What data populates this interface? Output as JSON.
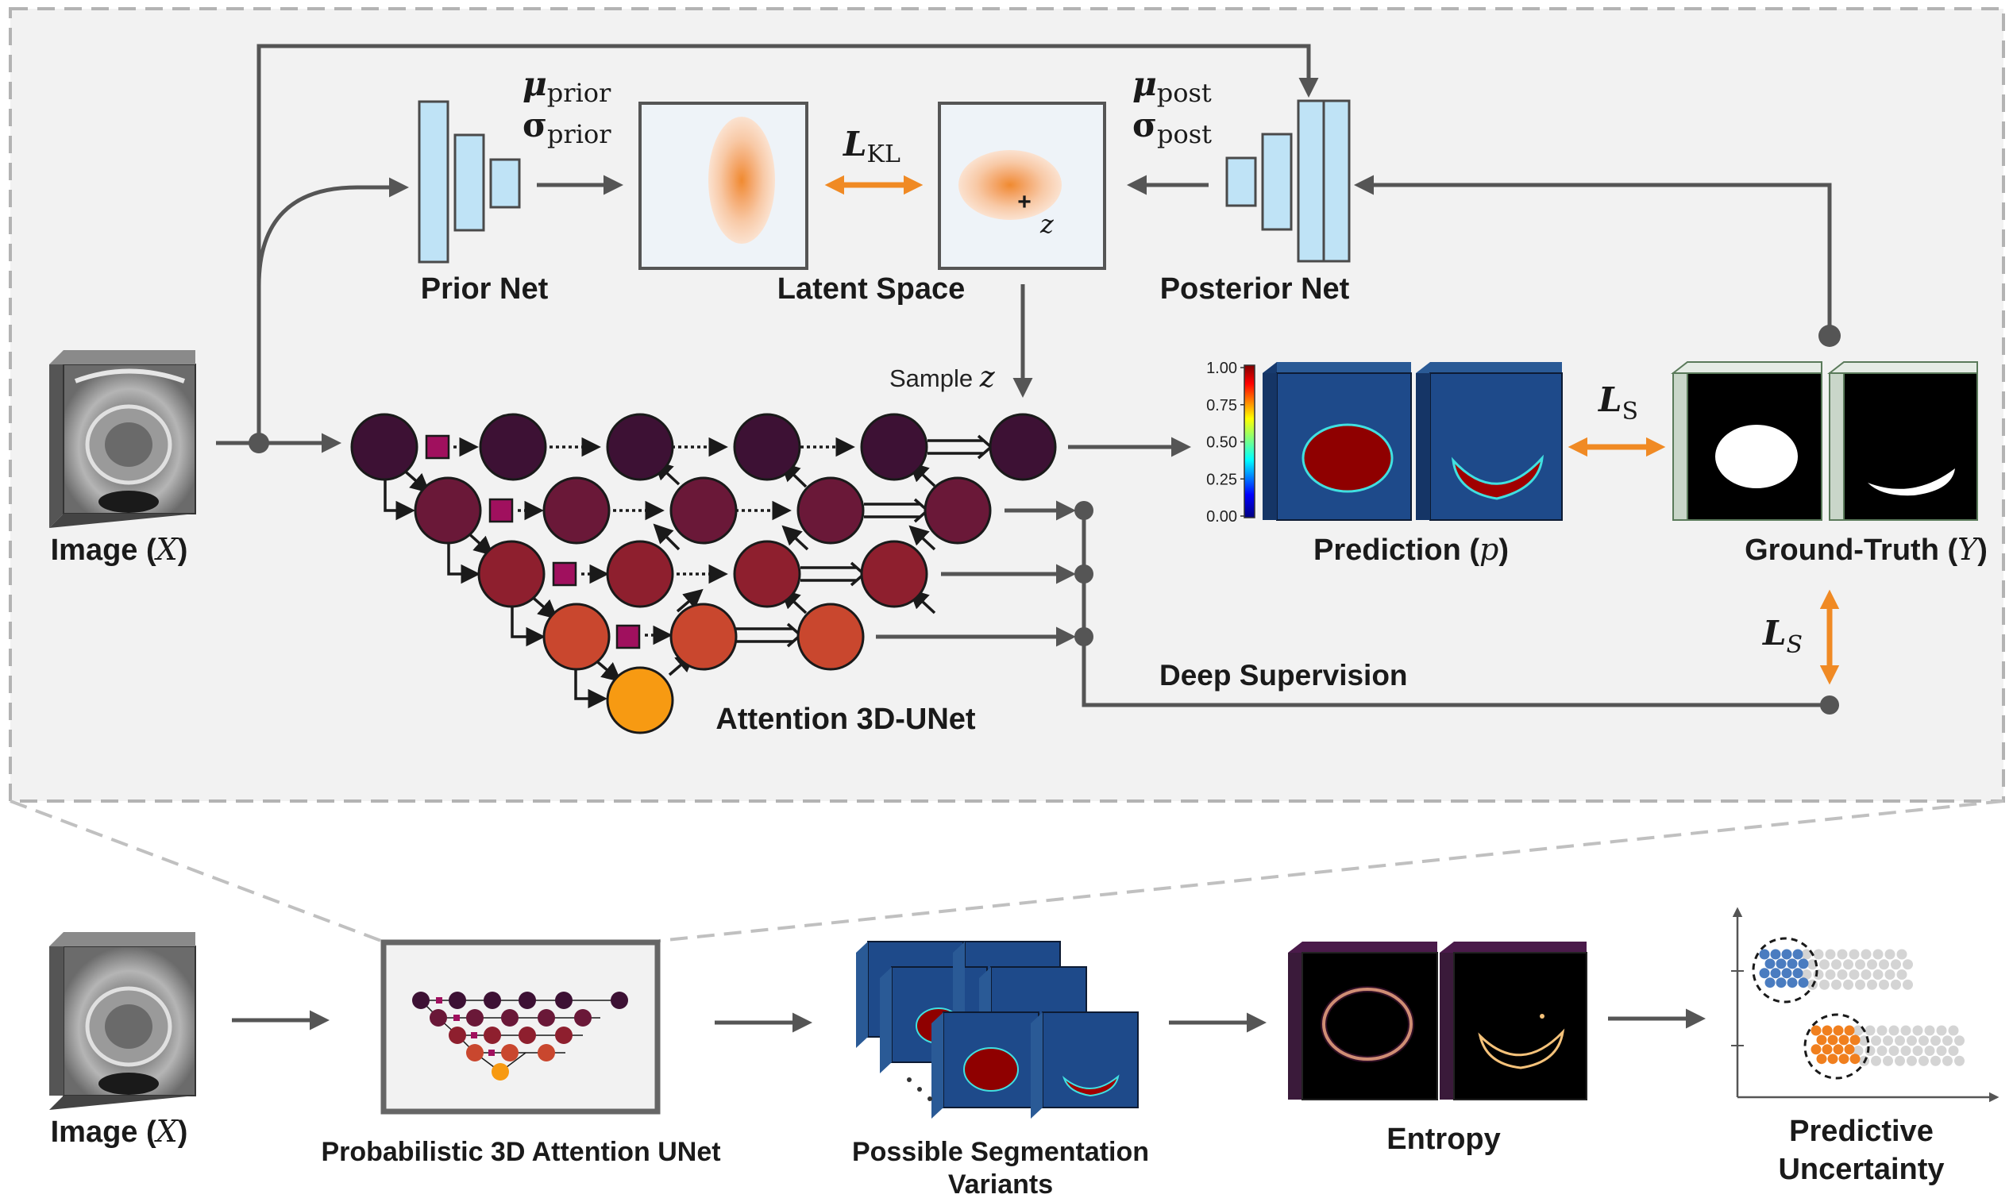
{
  "labels": {
    "prior_net": "Prior Net",
    "latent_space": "Latent Space",
    "posterior_net": "Posterior Net",
    "sample_z": "Sample ",
    "z_symbol": "z",
    "image": "Image (",
    "image_symbol": "X",
    "close_paren": ")",
    "prediction": "Prediction (",
    "prediction_symbol": "p",
    "ground_truth": "Ground-Truth (",
    "ground_truth_symbol": "Y",
    "deep_supervision": "Deep Supervision",
    "attention_unet": "Attention 3D-UNet",
    "mu": "μ",
    "sigma": "σ",
    "prior_sub": "prior",
    "post_sub": "post",
    "loss_L": "L",
    "kl_sub": "KL",
    "s_sub": "S",
    "plus": "+",
    "prob_unet": "Probabilistic 3D Attention UNet",
    "possible_seg_line1": "Possible Segmentation",
    "possible_seg_line2": "Variants",
    "entropy": "Entropy",
    "predictive_line1": "Predictive",
    "predictive_line2": "Uncertainty"
  },
  "colorbar_ticks": [
    "1.00",
    "0.75",
    "0.50",
    "0.25",
    "0.00"
  ],
  "colors": {
    "arrow": "#555555",
    "orange_arrow": "#f08a24",
    "prior_block": "#bfe3f6",
    "level1": "#3d1134",
    "level2": "#6a1838",
    "level3": "#8e1f2e",
    "level4": "#c9472e",
    "bottleneck": "#f79a12",
    "attention_gate": "#a0105e",
    "seg_blue": "#1e4a8a",
    "seg_red": "#8f0000",
    "uncert_blue": "#4a7cc0",
    "uncert_orange": "#f07f1e"
  }
}
